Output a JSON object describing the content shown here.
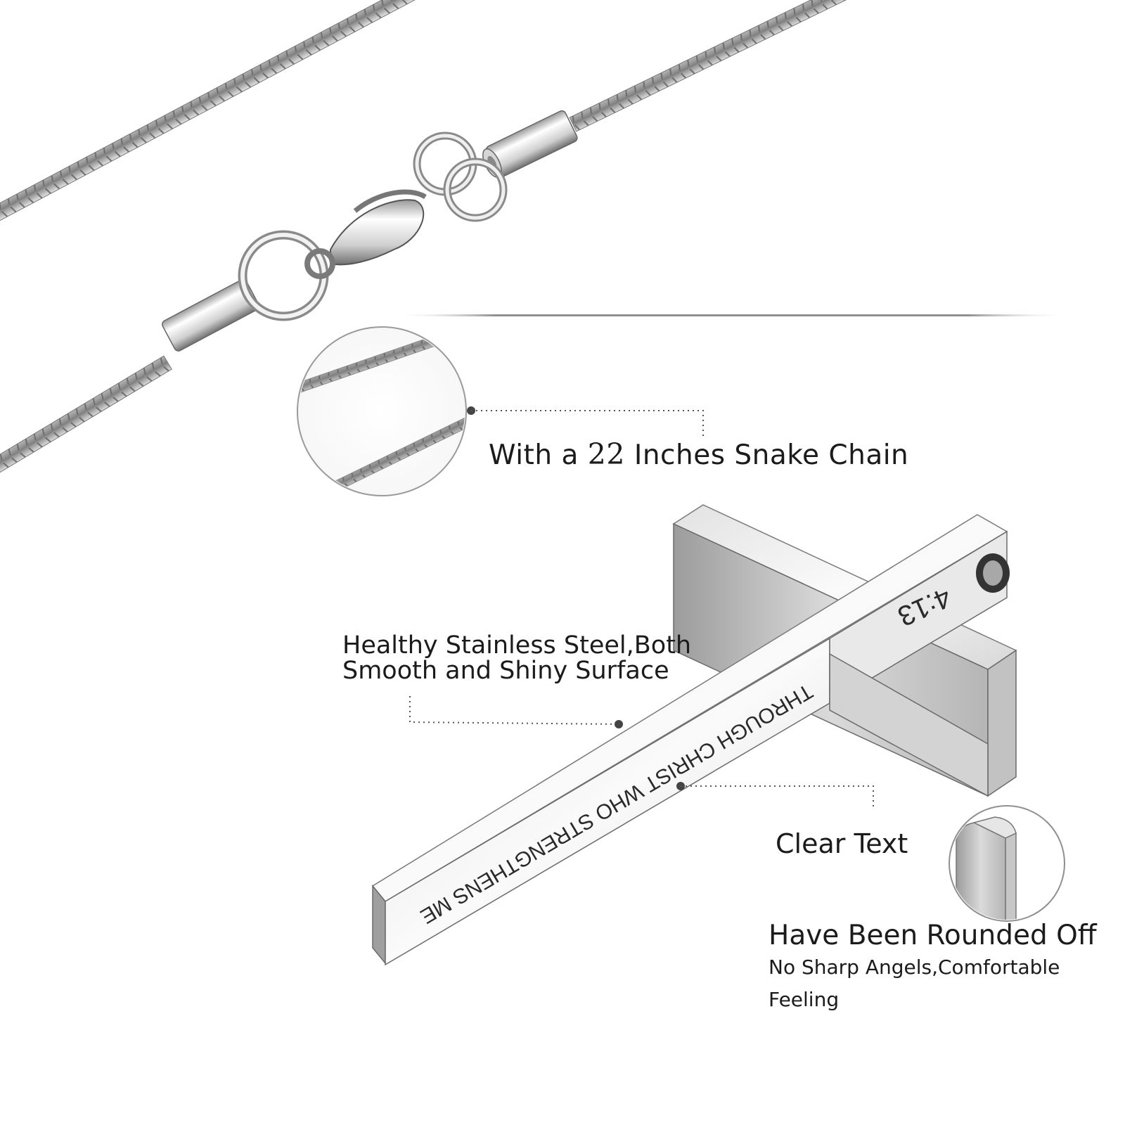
{
  "callouts": {
    "chain": {
      "prefix": "With a ",
      "number": "22",
      "suffix": " Inches Snake Chain"
    },
    "steel": {
      "line1": "Healthy Stainless Steel,Both",
      "line2": "Smooth and Shiny Surface"
    },
    "clear_text": "Clear Text",
    "rounded": {
      "title": "Have Been Rounded Off",
      "desc_line1": "No Sharp Angels,Comfortable",
      "desc_line2": "Feeling"
    }
  },
  "engraving": {
    "vertical_bar": "THROUGH CHRIST WHO STRENGTHENS ME",
    "horizontal_bar": "4:13"
  },
  "colors": {
    "steel_light": "#f4f4f4",
    "steel_mid": "#c9c9c9",
    "steel_dark": "#7a7a7a",
    "text": "#1b1b1b",
    "dotted_line": "#555555"
  }
}
